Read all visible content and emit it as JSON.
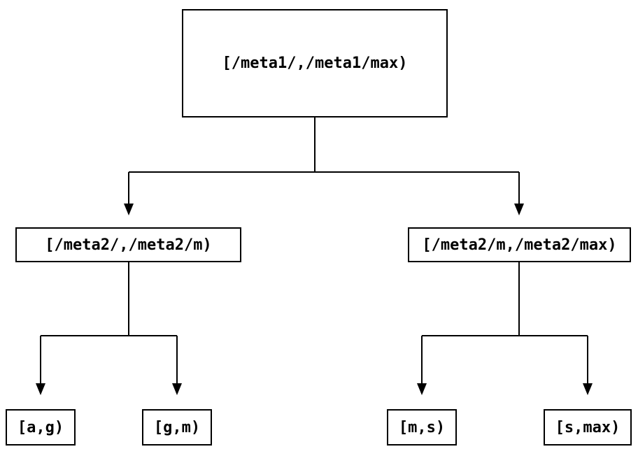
{
  "diagram": {
    "type": "tree",
    "colors": {
      "background": "#ffffff",
      "line": "#000000",
      "text": "#000000",
      "node_border": "#000000"
    },
    "nodes": {
      "root": {
        "label": "[/meta1/,/meta1/max)"
      },
      "mid_left": {
        "label": "[/meta2/,/meta2/m)"
      },
      "mid_right": {
        "label": "[/meta2/m,/meta2/max)"
      },
      "leaf_1": {
        "label": "[a,g)"
      },
      "leaf_2": {
        "label": "[g,m)"
      },
      "leaf_3": {
        "label": "[m,s)"
      },
      "leaf_4": {
        "label": "[s,max)"
      }
    },
    "edges": [
      {
        "from": "root",
        "to": "mid_left"
      },
      {
        "from": "root",
        "to": "mid_right"
      },
      {
        "from": "mid_left",
        "to": "leaf_1"
      },
      {
        "from": "mid_left",
        "to": "leaf_2"
      },
      {
        "from": "mid_right",
        "to": "leaf_3"
      },
      {
        "from": "mid_right",
        "to": "leaf_4"
      }
    ]
  }
}
